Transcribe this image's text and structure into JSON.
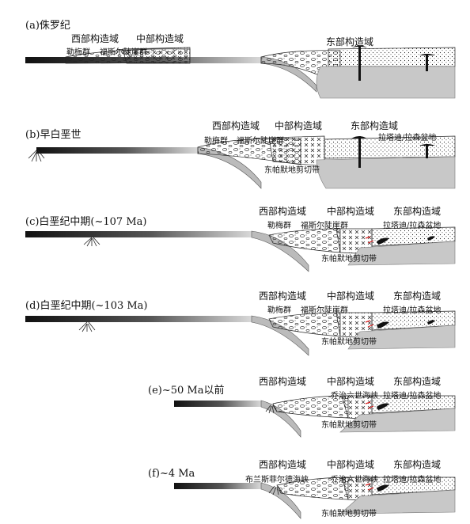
{
  "panels": [
    {
      "title": "(a)侏罗纪",
      "labels": {
        "west": "西部构造域",
        "central": "中部构造域",
        "east": "东部构造域"
      },
      "subs": {
        "left": "勒梅群",
        "mid": "福斯尔陡崖群"
      }
    },
    {
      "title": "(b)早白垩世",
      "labels": {
        "west": "西部构造域",
        "central": "中部构造域",
        "east": "东部构造域"
      },
      "subs": {
        "left": "勒梅群",
        "mid": "福斯尔陡崖群",
        "right": "拉塔迪/拉森盆地",
        "shear": "东帕默地剪切带"
      }
    },
    {
      "title": "(c)白垩纪中期(~107 Ma)",
      "labels": {
        "west": "西部构造域",
        "central": "中部构造域",
        "east": "东部构造域"
      },
      "subs": {
        "left": "勒梅群",
        "mid": "福斯尔陡崖群",
        "right": "拉塔迪/拉森盆地",
        "shear": "东帕默地剪切带"
      }
    },
    {
      "title": "(d)白垩纪中期(~103 Ma)",
      "labels": {
        "west": "西部构造域",
        "central": "中部构造域",
        "east": "东部构造域"
      },
      "subs": {
        "left": "勒梅群",
        "mid": "福斯尔陡崖群",
        "right": "拉塔迪/拉森盆地",
        "shear": "东帕默地剪切带"
      }
    },
    {
      "title": "(e)~50 Ma以前",
      "labels": {
        "west": "西部构造域",
        "central": "中部构造域",
        "east": "东部构造域"
      },
      "subs": {
        "mid": "乔治六世海峡",
        "right": "拉塔迪/拉森盆地",
        "shear": "东帕默地剪切带"
      }
    },
    {
      "title": "(f)~4 Ma",
      "labels": {
        "west": "西部构造域",
        "central": "中部构造域",
        "east": "东部构造域"
      },
      "subs": {
        "left": "布兰斯菲尔德海峡",
        "mid": "乔治六世海峡",
        "right": "拉塔迪/拉森盆地",
        "shear": "东帕默地剪切带"
      }
    }
  ]
}
